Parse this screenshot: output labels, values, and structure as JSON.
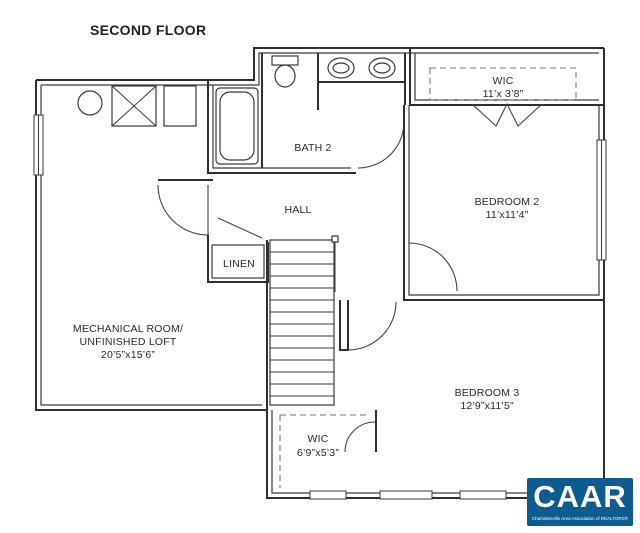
{
  "title": "SECOND FLOOR",
  "rooms": {
    "mechanical": {
      "line1": "MECHANICAL ROOM/",
      "line2": "UNFINISHED LOFT",
      "line3": "20’5”x15’6”"
    },
    "bath2": {
      "name": "BATH 2"
    },
    "hall": {
      "name": "HALL"
    },
    "linen": {
      "name": "LINEN"
    },
    "wic_top": {
      "name": "WIC",
      "dims": "11’x 3’8”"
    },
    "bedroom2": {
      "name": "BEDROOM 2",
      "dims": "11’x11’4”"
    },
    "bedroom3": {
      "name": "BEDROOM 3",
      "dims": "12’9”x11’5”"
    },
    "wic_bottom": {
      "name": "WIC",
      "dims": "6’9”x5’3”"
    }
  },
  "logo": {
    "text": "CAAR",
    "subtitle": "Charlottesville Area Association of REALTORS®",
    "color": "#0e5c8f"
  }
}
